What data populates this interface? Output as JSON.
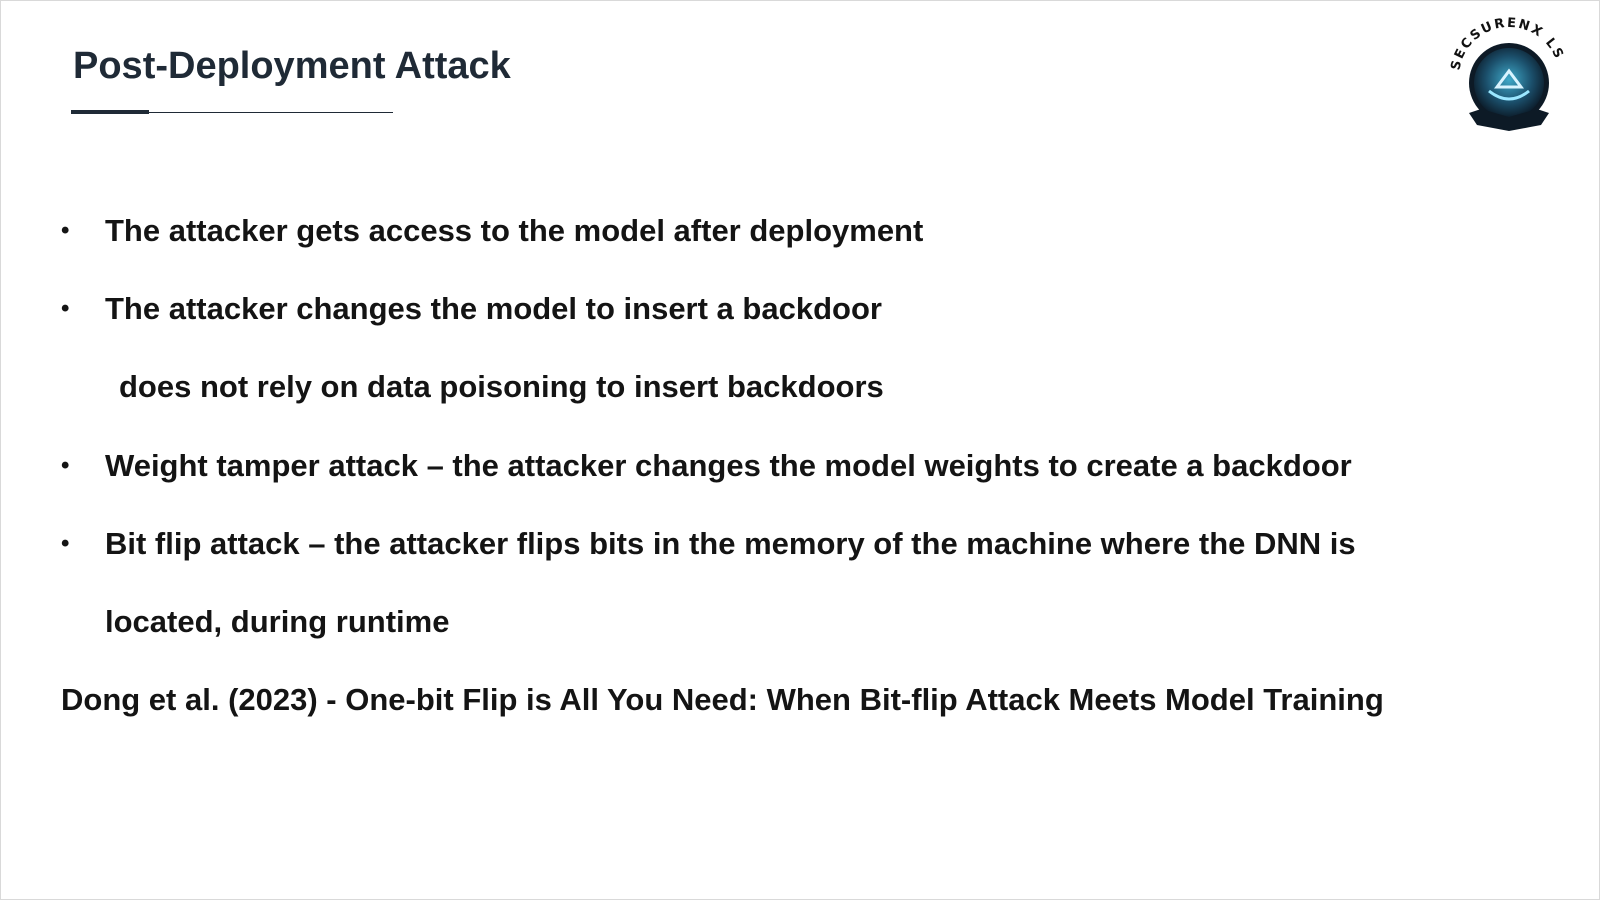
{
  "slide": {
    "title": "Post-Deployment Attack",
    "logo": {
      "icon": "secsurenx-labs-logo-icon",
      "text": "SECSURENX LS"
    },
    "bullet_glyph": "•",
    "bullets": [
      {
        "text": "The attacker gets access to the model after deployment"
      },
      {
        "text": "The attacker changes the model to insert a backdoor"
      },
      {
        "text": "Weight tamper attack – the attacker changes the model weights to create a backdoor"
      },
      {
        "text": "Bit flip attack – the attacker flips bits in the memory of  the machine where the DNN is"
      }
    ],
    "sub_line": "does not rely on data poisoning to insert backdoors",
    "continuation_line": "located, during runtime",
    "reference": "Dong et al. (2023) - One-bit Flip is All You Need: When Bit-flip Attack Meets Model Training"
  }
}
